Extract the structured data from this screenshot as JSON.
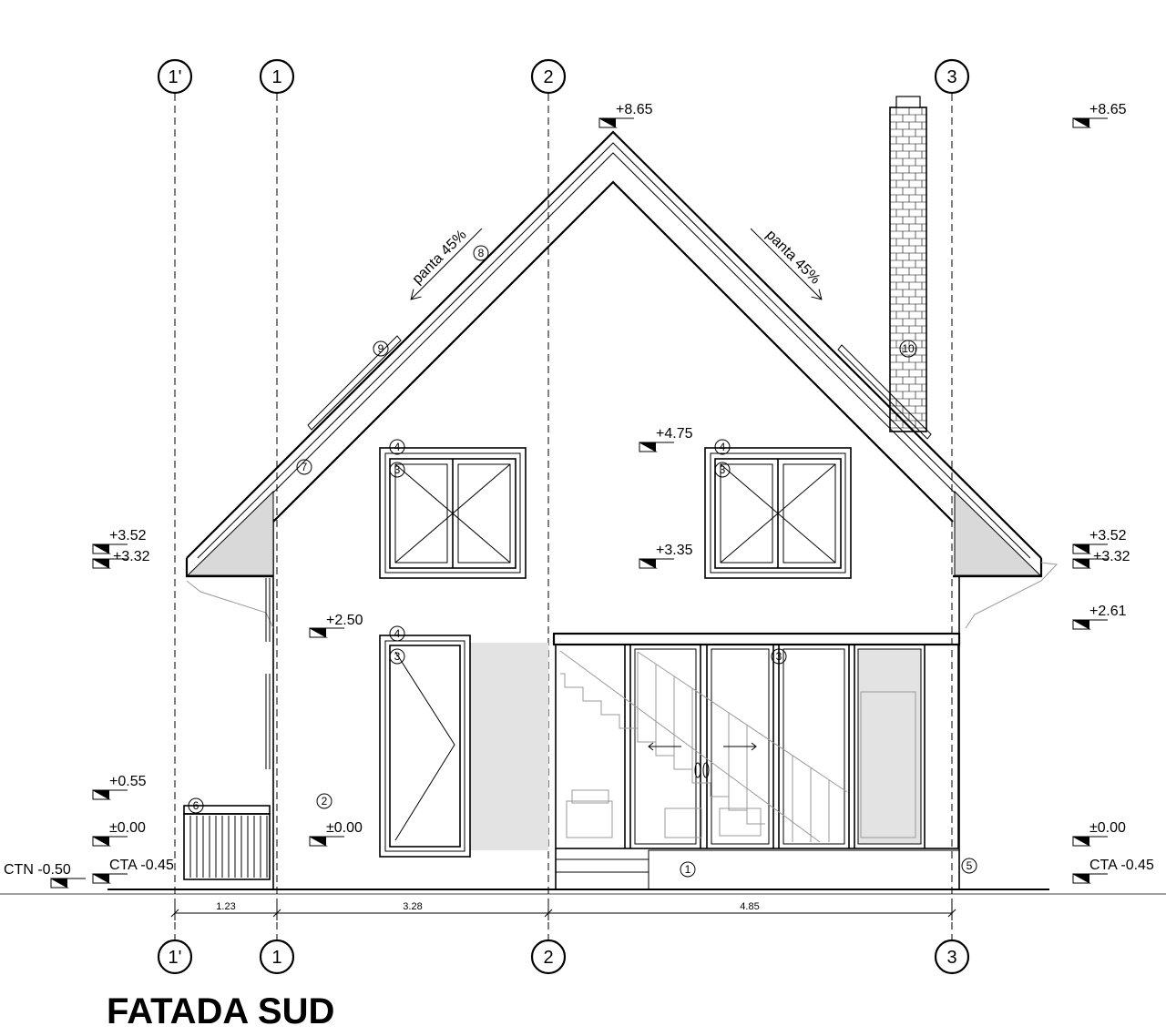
{
  "title": "FATADA SUD",
  "axes": [
    "1'",
    "1",
    "2",
    "3"
  ],
  "dimensions": [
    "1.23",
    "3.28",
    "4.85"
  ],
  "levels": {
    "ridge_center": "+8.65",
    "ridge_right": "+8.65",
    "eave_left_top": "+3.52",
    "eave_left_bottom": "+3.32",
    "eave_right_top": "+3.52",
    "eave_right_bottom": "+3.32",
    "window_top": "+4.75",
    "window_bottom": "+3.35",
    "door_top": "+2.50",
    "canopy": "+2.61",
    "terrace": "+0.55",
    "floor_left": "±0.00",
    "floor_mid": "±0.00",
    "floor_right": "±0.00",
    "ctn": "CTN -0.50",
    "cta_left": "CTA -0.45",
    "cta_right": "CTA -0.45"
  },
  "slope_labels": [
    "panta 45%",
    "panta 45%"
  ],
  "markers": [
    "1",
    "2",
    "3",
    "4",
    "5",
    "6",
    "7",
    "8",
    "9",
    "10",
    "3",
    "4",
    "3",
    "4",
    "3"
  ]
}
